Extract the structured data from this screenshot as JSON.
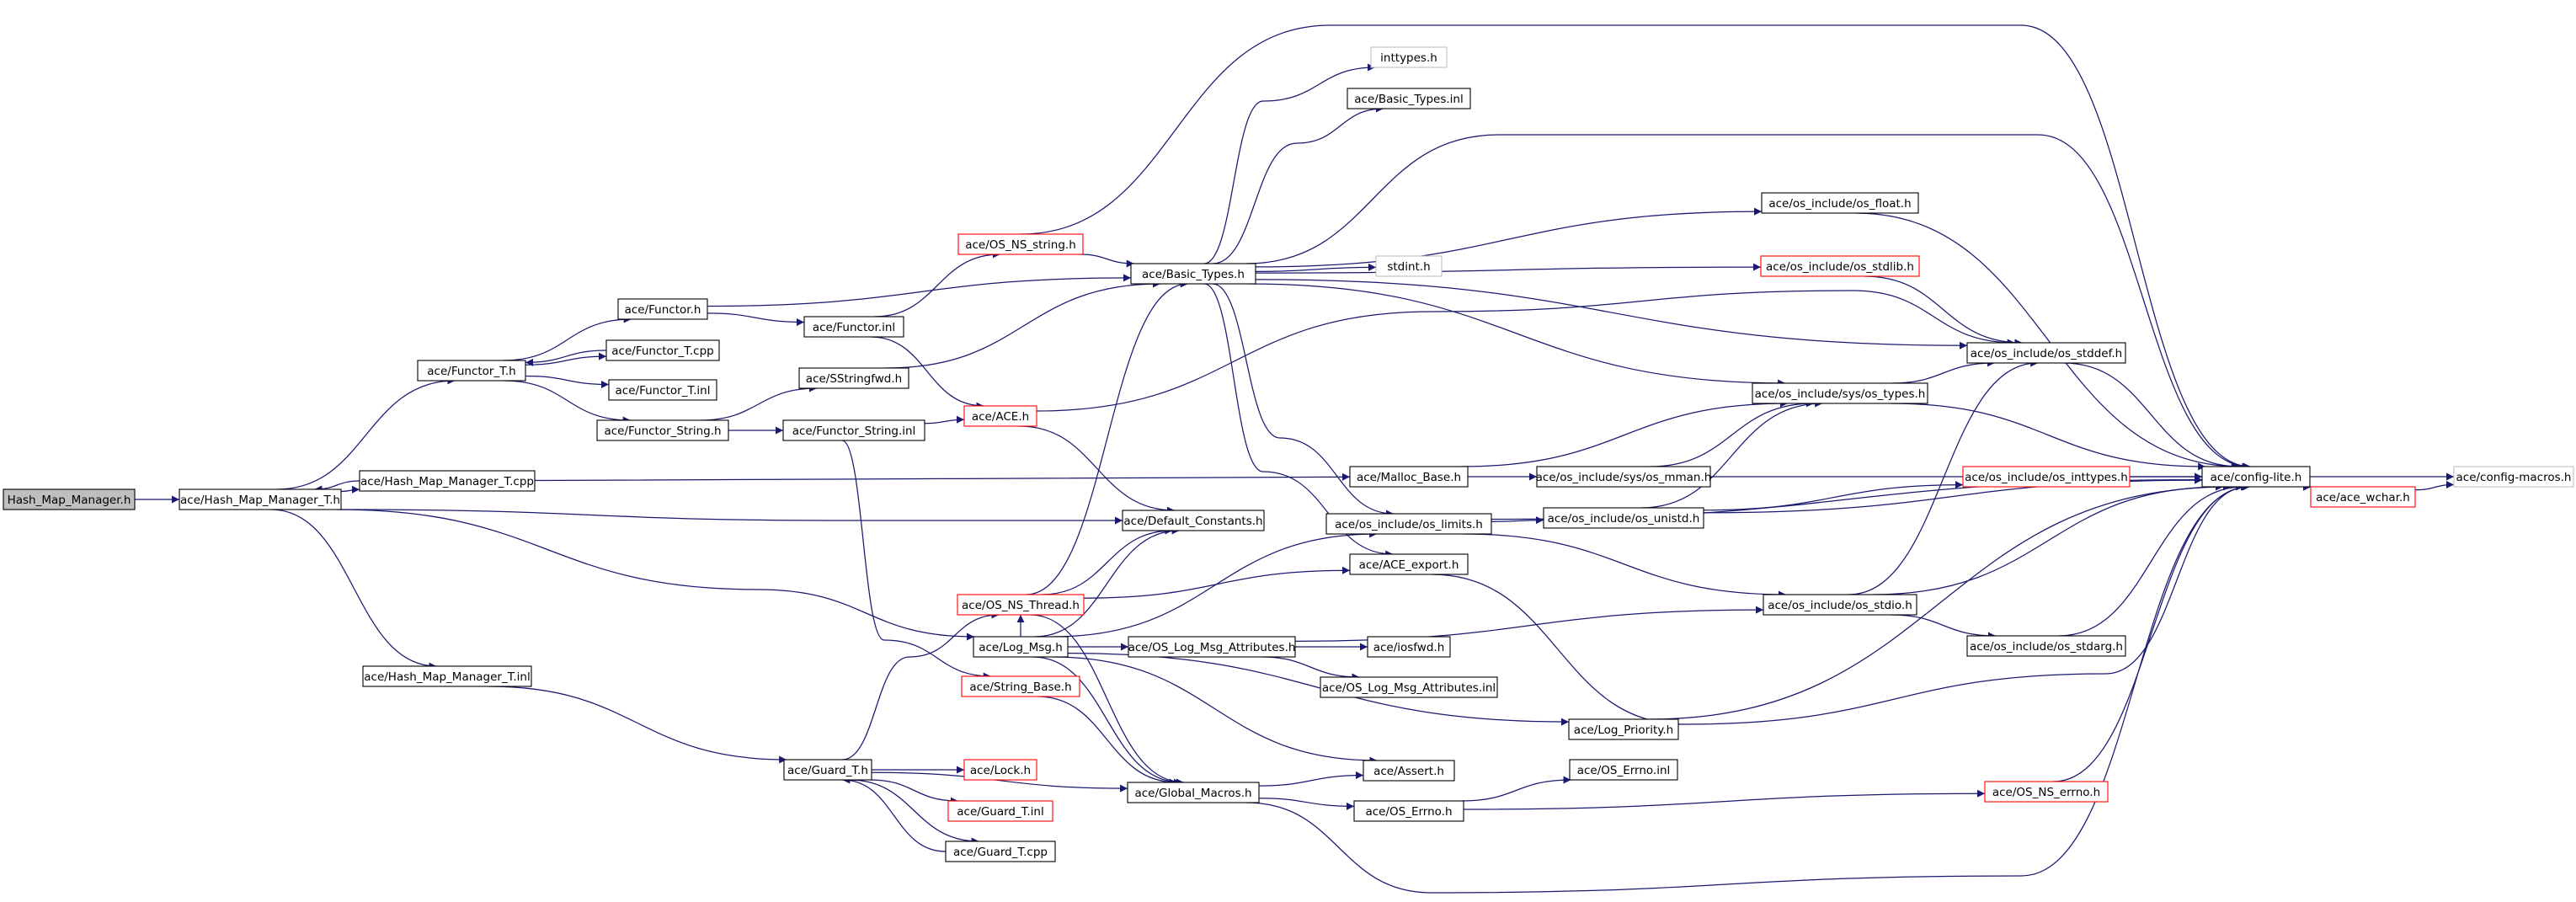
{
  "colors": {
    "edge": "#191970",
    "node_border": "#000000",
    "node_border_truncated": "#ff0000",
    "node_border_leaf": "#bfbfbf",
    "root_fill": "#bfbfbf",
    "node_fill": "#ffffff"
  },
  "nodes": [
    {
      "id": "n0",
      "label": "Hash_Map_Manager.h",
      "kind": "root"
    },
    {
      "id": "n1",
      "label": "ace/Hash_Map_Manager_T.h",
      "kind": "normal"
    },
    {
      "id": "n2",
      "label": "ace/Hash_Map_Manager_T.cpp",
      "kind": "normal"
    },
    {
      "id": "n3",
      "label": "ace/Hash_Map_Manager_T.inl",
      "kind": "normal"
    },
    {
      "id": "n4",
      "label": "ace/Functor_T.h",
      "kind": "normal"
    },
    {
      "id": "n5",
      "label": "ace/Functor.h",
      "kind": "normal"
    },
    {
      "id": "n6",
      "label": "ace/Functor_T.cpp",
      "kind": "normal"
    },
    {
      "id": "n7",
      "label": "ace/Functor_T.inl",
      "kind": "normal"
    },
    {
      "id": "n8",
      "label": "ace/Functor_String.h",
      "kind": "normal"
    },
    {
      "id": "n9",
      "label": "ace/Functor.inl",
      "kind": "normal"
    },
    {
      "id": "n10",
      "label": "ace/SStringfwd.h",
      "kind": "normal"
    },
    {
      "id": "n11",
      "label": "ace/Functor_String.inl",
      "kind": "normal"
    },
    {
      "id": "n12",
      "label": "ace/OS_NS_string.h",
      "kind": "truncated"
    },
    {
      "id": "n13",
      "label": "ace/ACE.h",
      "kind": "truncated"
    },
    {
      "id": "n14",
      "label": "ace/OS_NS_Thread.h",
      "kind": "truncated"
    },
    {
      "id": "n15",
      "label": "ace/Log_Msg.h",
      "kind": "normal"
    },
    {
      "id": "n16",
      "label": "ace/String_Base.h",
      "kind": "truncated"
    },
    {
      "id": "n17",
      "label": "ace/Guard_T.h",
      "kind": "normal"
    },
    {
      "id": "n18",
      "label": "ace/Lock.h",
      "kind": "truncated"
    },
    {
      "id": "n19",
      "label": "ace/Guard_T.inl",
      "kind": "truncated"
    },
    {
      "id": "n20",
      "label": "ace/Guard_T.cpp",
      "kind": "normal"
    },
    {
      "id": "n21",
      "label": "ace/Basic_Types.h",
      "kind": "normal"
    },
    {
      "id": "n22",
      "label": "inttypes.h",
      "kind": "leaf"
    },
    {
      "id": "n23",
      "label": "ace/Basic_Types.inl",
      "kind": "normal"
    },
    {
      "id": "n24",
      "label": "stdint.h",
      "kind": "leaf"
    },
    {
      "id": "n25",
      "label": "ace/Malloc_Base.h",
      "kind": "normal"
    },
    {
      "id": "n26",
      "label": "ace/Default_Constants.h",
      "kind": "normal"
    },
    {
      "id": "n27",
      "label": "ace/os_include/os_limits.h",
      "kind": "normal"
    },
    {
      "id": "n28",
      "label": "ace/ACE_export.h",
      "kind": "normal"
    },
    {
      "id": "n29",
      "label": "ace/OS_Log_Msg_Attributes.h",
      "kind": "normal"
    },
    {
      "id": "n30",
      "label": "ace/iosfwd.h",
      "kind": "normal"
    },
    {
      "id": "n31",
      "label": "ace/OS_Log_Msg_Attributes.inl",
      "kind": "normal"
    },
    {
      "id": "n32",
      "label": "ace/Log_Priority.h",
      "kind": "normal"
    },
    {
      "id": "n33",
      "label": "ace/Assert.h",
      "kind": "normal"
    },
    {
      "id": "n34",
      "label": "ace/Global_Macros.h",
      "kind": "normal"
    },
    {
      "id": "n35",
      "label": "ace/OS_Errno.inl",
      "kind": "normal"
    },
    {
      "id": "n36",
      "label": "ace/OS_Errno.h",
      "kind": "normal"
    },
    {
      "id": "n37",
      "label": "ace/os_include/os_float.h",
      "kind": "normal"
    },
    {
      "id": "n38",
      "label": "ace/os_include/os_stdlib.h",
      "kind": "truncated"
    },
    {
      "id": "n39",
      "label": "ace/os_include/os_stddef.h",
      "kind": "normal"
    },
    {
      "id": "n40",
      "label": "ace/os_include/sys/os_types.h",
      "kind": "normal"
    },
    {
      "id": "n41",
      "label": "ace/os_include/sys/os_mman.h",
      "kind": "normal"
    },
    {
      "id": "n42",
      "label": "ace/os_include/os_unistd.h",
      "kind": "normal"
    },
    {
      "id": "n43",
      "label": "ace/os_include/os_stdio.h",
      "kind": "normal"
    },
    {
      "id": "n44",
      "label": "ace/os_include/os_stdarg.h",
      "kind": "normal"
    },
    {
      "id": "n45",
      "label": "ace/os_include/os_inttypes.h",
      "kind": "truncated"
    },
    {
      "id": "n46",
      "label": "ace/OS_NS_errno.h",
      "kind": "truncated"
    },
    {
      "id": "n47",
      "label": "ace/config-lite.h",
      "kind": "normal"
    },
    {
      "id": "n48",
      "label": "ace/ace_wchar.h",
      "kind": "truncated"
    },
    {
      "id": "n49",
      "label": "ace/config-macros.h",
      "kind": "leaf"
    }
  ],
  "edges": [
    [
      "n0",
      "n1"
    ],
    [
      "n1",
      "n4"
    ],
    [
      "n1",
      "n2"
    ],
    [
      "n1",
      "n3"
    ],
    [
      "n1",
      "n26"
    ],
    [
      "n1",
      "n15"
    ],
    [
      "n2",
      "n1"
    ],
    [
      "n2",
      "n25"
    ],
    [
      "n3",
      "n17"
    ],
    [
      "n4",
      "n5"
    ],
    [
      "n4",
      "n6"
    ],
    [
      "n4",
      "n7"
    ],
    [
      "n4",
      "n8"
    ],
    [
      "n6",
      "n4"
    ],
    [
      "n5",
      "n9"
    ],
    [
      "n5",
      "n21"
    ],
    [
      "n9",
      "n12"
    ],
    [
      "n9",
      "n13"
    ],
    [
      "n8",
      "n10"
    ],
    [
      "n8",
      "n11"
    ],
    [
      "n10",
      "n21"
    ],
    [
      "n11",
      "n13"
    ],
    [
      "n11",
      "n16"
    ],
    [
      "n12",
      "n21"
    ],
    [
      "n12",
      "n47"
    ],
    [
      "n13",
      "n26"
    ],
    [
      "n13",
      "n39"
    ],
    [
      "n14",
      "n21"
    ],
    [
      "n14",
      "n26"
    ],
    [
      "n14",
      "n28"
    ],
    [
      "n14",
      "n34"
    ],
    [
      "n15",
      "n14"
    ],
    [
      "n15",
      "n29"
    ],
    [
      "n15",
      "n32"
    ],
    [
      "n15",
      "n33"
    ],
    [
      "n15",
      "n34"
    ],
    [
      "n15",
      "n26"
    ],
    [
      "n15",
      "n27"
    ],
    [
      "n16",
      "n34"
    ],
    [
      "n17",
      "n14"
    ],
    [
      "n17",
      "n18"
    ],
    [
      "n17",
      "n19"
    ],
    [
      "n17",
      "n20"
    ],
    [
      "n17",
      "n34"
    ],
    [
      "n20",
      "n17"
    ],
    [
      "n21",
      "n22"
    ],
    [
      "n21",
      "n23"
    ],
    [
      "n21",
      "n24"
    ],
    [
      "n21",
      "n37"
    ],
    [
      "n21",
      "n38"
    ],
    [
      "n21",
      "n39"
    ],
    [
      "n21",
      "n40"
    ],
    [
      "n21",
      "n27"
    ],
    [
      "n21",
      "n28"
    ],
    [
      "n21",
      "n47"
    ],
    [
      "n25",
      "n40"
    ],
    [
      "n25",
      "n41"
    ],
    [
      "n27",
      "n42"
    ],
    [
      "n27",
      "n43"
    ],
    [
      "n27",
      "n47"
    ],
    [
      "n28",
      "n47"
    ],
    [
      "n29",
      "n30"
    ],
    [
      "n29",
      "n31"
    ],
    [
      "n29",
      "n43"
    ],
    [
      "n32",
      "n47"
    ],
    [
      "n34",
      "n33"
    ],
    [
      "n34",
      "n36"
    ],
    [
      "n34",
      "n47"
    ],
    [
      "n36",
      "n35"
    ],
    [
      "n36",
      "n46"
    ],
    [
      "n37",
      "n47"
    ],
    [
      "n38",
      "n39"
    ],
    [
      "n39",
      "n47"
    ],
    [
      "n40",
      "n39"
    ],
    [
      "n40",
      "n47"
    ],
    [
      "n41",
      "n40"
    ],
    [
      "n41",
      "n47"
    ],
    [
      "n42",
      "n40"
    ],
    [
      "n42",
      "n45"
    ],
    [
      "n42",
      "n47"
    ],
    [
      "n43",
      "n39"
    ],
    [
      "n43",
      "n44"
    ],
    [
      "n43",
      "n47"
    ],
    [
      "n44",
      "n47"
    ],
    [
      "n45",
      "n47"
    ],
    [
      "n46",
      "n47"
    ],
    [
      "n47",
      "n48"
    ],
    [
      "n47",
      "n49"
    ],
    [
      "n48",
      "n49"
    ]
  ]
}
